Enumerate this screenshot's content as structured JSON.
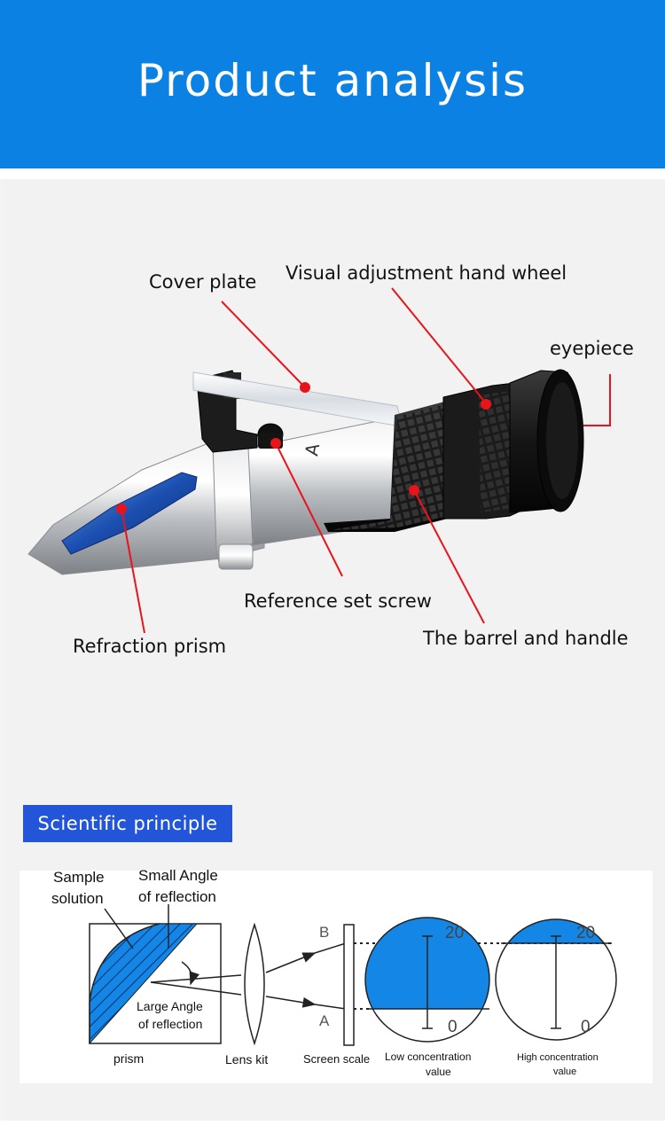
{
  "header": {
    "title": "Product analysis",
    "background": "#0b82e3"
  },
  "callouts": {
    "cover_plate": "Cover plate",
    "hand_wheel": "Visual adjustment hand wheel",
    "eyepiece": "eyepiece",
    "set_screw": "Reference set screw",
    "refraction_prism": "Refraction prism",
    "barrel": "The barrel and handle"
  },
  "product_engraving": "A",
  "principle": {
    "badge": "Scientific principle",
    "badge_color": "#2255d8",
    "sample_solution_1": "Sample",
    "sample_solution_2": "solution",
    "small_angle_1": "Small Angle",
    "small_angle_2": "of reflection",
    "large_angle_1": "Large Angle",
    "large_angle_2": "of reflection",
    "point_b": "B",
    "point_a": "A",
    "low_top": "20",
    "low_bottom": "0",
    "high_top": "20",
    "high_bottom": "0",
    "prism": "prism",
    "lens_kit": "Lens kit",
    "screen_scale": "Screen scale",
    "low_label_1": "Low concentration",
    "low_label_2": "value",
    "high_label_1": "High concentration",
    "high_label_2": "value",
    "fill_color": "#1486e6"
  },
  "colors": {
    "pointer": "#e8141b",
    "prism_blue": "#1a56b8"
  }
}
